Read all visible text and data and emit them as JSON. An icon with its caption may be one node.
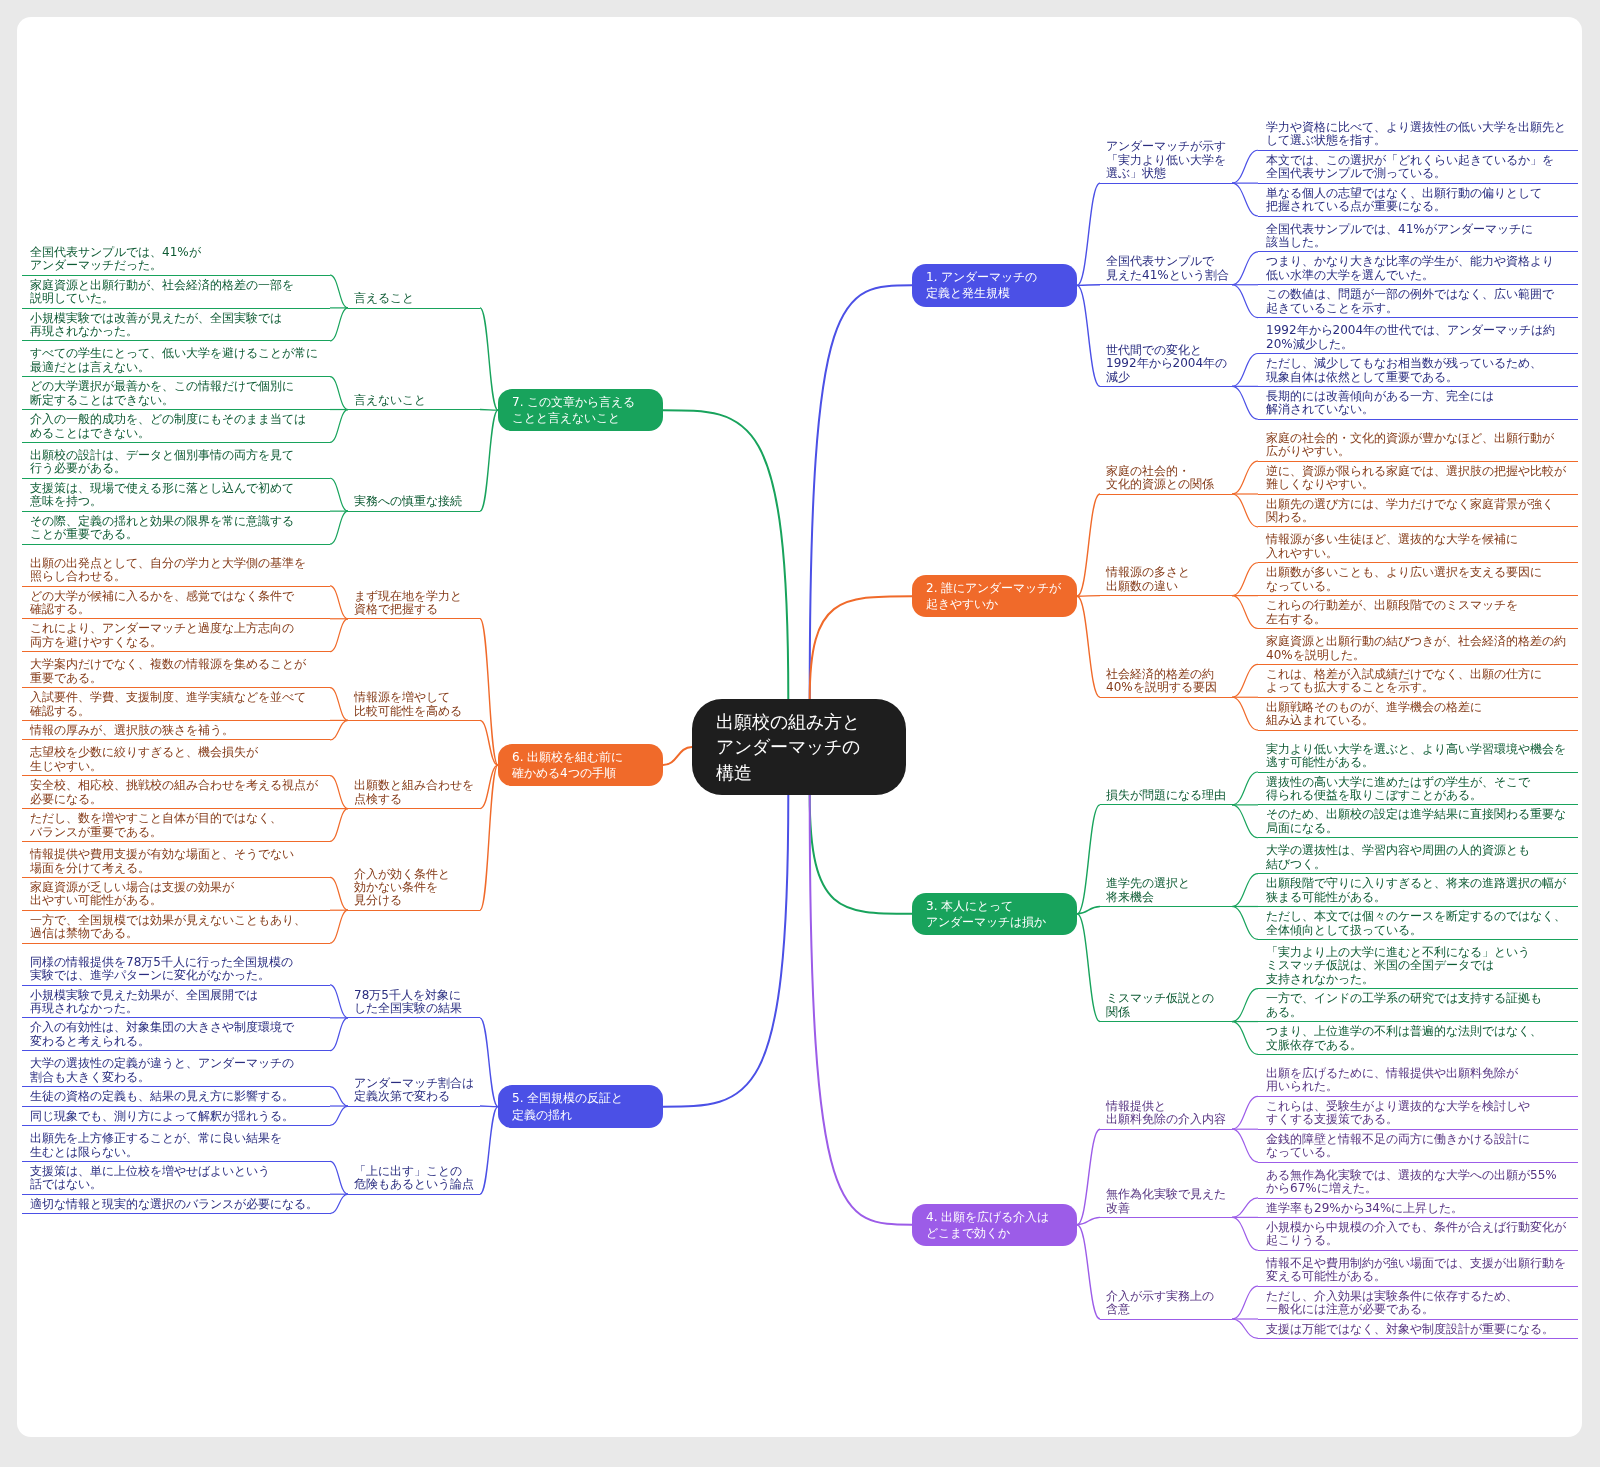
{
  "diagram": {
    "nodes": [
      {
        "text": [
          "出願校の組み方とアンダーマッチの構造"
        ]
      },
      {
        "text": [
          "1. アンダーマッチの定義と発生規模"
        ]
      },
      {
        "text": [
          "アンダーマッチが示す「実力より低い大学を選ぶ」状態"
        ]
      },
      {
        "text": [
          "学力や資格に比べて、より選抜性の低い大学を出願先として選ぶ状態を指す。"
        ]
      },
      {
        "text": [
          "本文では、この選択が「どれくらい起きているか」を全国代表サンプルで測っている。"
        ]
      },
      {
        "text": [
          "単なる個人の志望ではなく、出願行動の偏りとして把握されている点が重要になる。"
        ]
      },
      {
        "text": [
          "全国代表サンプルで見えた41%という割合"
        ]
      },
      {
        "text": [
          "全国代表サンプルでは、41%がアンダーマッチに該当した。"
        ]
      },
      {
        "text": [
          "つまり、かなり大きな比率の学生が、能力や資格より低い水準の大学を選んでいた。"
        ]
      },
      {
        "text": [
          "この数値は、問題が一部の例外ではなく、広い範囲で起きていることを示す。"
        ]
      },
      {
        "text": [
          "世代間での変化と1992年から2004年の減少"
        ]
      },
      {
        "text": [
          "1992年から2004年の世代では、アンダーマッチは約20%減少した。"
        ]
      },
      {
        "text": [
          "ただし、減少してもなお相当数が残っているため、現象自体は依然として重要である。"
        ]
      },
      {
        "text": [
          "長期的には改善傾向がある一方、完全には解消されていない。"
        ]
      },
      {
        "text": [
          "2. 誰にアンダーマッチが起きやすいか"
        ]
      },
      {
        "text": [
          "家庭の社会的・文化的資源との関係"
        ]
      },
      {
        "text": [
          "家庭の社会的・文化的資源が豊かなほど、出願行動が広がりやすい。"
        ]
      },
      {
        "text": [
          "逆に、資源が限られる家庭では、選択肢の把握や比較が難しくなりやすい。"
        ]
      },
      {
        "text": [
          "出願先の選び方には、学力だけでなく家庭背景が強く関わる。"
        ]
      },
      {
        "text": [
          "情報源の多さと出願数の違い"
        ]
      },
      {
        "text": [
          "情報源が多い生徒ほど、選抜的な大学を候補に入れやすい。"
        ]
      },
      {
        "text": [
          "出願数が多いことも、より広い選択を支える要因になっている。"
        ]
      },
      {
        "text": [
          "これらの行動差が、出願段階でのミスマッチを左右する。"
        ]
      },
      {
        "text": [
          "社会経済的格差の約40%を説明する要因"
        ]
      },
      {
        "text": [
          "家庭資源と出願行動の結びつきが、社会経済的格差の約40%を説明した。"
        ]
      },
      {
        "text": [
          "これは、格差が入試成績だけでなく、出願の仕方によっても拡大することを示す。"
        ]
      },
      {
        "text": [
          "出願戦略そのものが、進学機会の格差に組み込まれている。"
        ]
      },
      {
        "text": [
          "3. 本人にとってアンダーマッチは損か"
        ]
      },
      {
        "text": [
          "損失が問題になる理由"
        ]
      },
      {
        "text": [
          "実力より低い大学を選ぶと、より高い学習環境や機会を逃す可能性がある。"
        ]
      },
      {
        "text": [
          "選抜性の高い大学に進めたはずの学生が、そこで得られる便益を取りこぼすことがある。"
        ]
      },
      {
        "text": [
          "そのため、出願校の設定は進学結果に直接関わる重要な局面になる。"
        ]
      },
      {
        "text": [
          "進学先の選択と将来機会"
        ]
      },
      {
        "text": [
          "大学の選抜性は、学習内容や周囲の人的資源とも結びつく。"
        ]
      },
      {
        "text": [
          "出願段階で守りに入りすぎると、将来の進路選択の幅が狭まる可能性がある。"
        ]
      },
      {
        "text": [
          "ただし、本文では個々のケースを断定するのではなく、全体傾向として扱っている。"
        ]
      },
      {
        "text": [
          "ミスマッチ仮説との関係"
        ]
      },
      {
        "text": [
          "「実力より上の大学に進むと不利になる」というミスマッチ仮説は、米国の全国データでは支持されなかった。"
        ]
      },
      {
        "text": [
          "一方で、インドの工学系の研究では支持する証拠もある。"
        ]
      },
      {
        "text": [
          "つまり、上位進学の不利は普遍的な法則ではなく、文脈依存である。"
        ]
      },
      {
        "text": [
          "4. 出願を広げる介入はどこまで効くか"
        ]
      },
      {
        "text": [
          "情報提供と出願料免除の介入内容"
        ]
      },
      {
        "text": [
          "出願を広げるために、情報提供や出願料免除が用いられた。"
        ]
      },
      {
        "text": [
          "これらは、受験生がより選抜的な大学を検討しやすくする支援策である。"
        ]
      },
      {
        "text": [
          "金銭的障壁と情報不足の両方に働きかける設計になっている。"
        ]
      },
      {
        "text": [
          "無作為化実験で見えた改善"
        ]
      },
      {
        "text": [
          "ある無作為化実験では、選抜的な大学への出願が55%から67%に増えた。"
        ]
      },
      {
        "text": [
          "進学率も29%から34%に上昇した。"
        ]
      },
      {
        "text": [
          "小規模から中規模の介入でも、条件が合えば行動変化が起こりうる。"
        ]
      },
      {
        "text": [
          "介入が示す実務上の含意"
        ]
      },
      {
        "text": [
          "情報不足や費用制約が強い場面では、支援が出願行動を変える可能性がある。"
        ]
      },
      {
        "text": [
          "ただし、介入効果は実験条件に依存するため、一般化には注意が必要である。"
        ]
      },
      {
        "text": [
          "支援は万能ではなく、対象や制度設計が重要になる。"
        ]
      },
      {
        "text": [
          "5. 全国規模の反証と定義の揺れ"
        ]
      },
      {
        "text": [
          "78万5千人を対象にした全国実験の結果"
        ]
      },
      {
        "text": [
          "同様の情報提供を78万5千人に行った全国規模の実験では、進学パターンに変化がなかった。"
        ]
      },
      {
        "text": [
          "小規模実験で見えた効果が、全国展開では再現されなかった。"
        ]
      },
      {
        "text": [
          "介入の有効性は、対象集団の大きさや制度環境で変わると考えられる。"
        ]
      },
      {
        "text": [
          "アンダーマッチ割合は定義次第で変わる"
        ]
      },
      {
        "text": [
          "大学の選抜性の定義が違うと、アンダーマッチの割合も大きく変わる。"
        ]
      },
      {
        "text": [
          "生徒の資格の定義も、結果の見え方に影響する。"
        ]
      },
      {
        "text": [
          "同じ現象でも、測り方によって解釈が揺れうる。"
        ]
      },
      {
        "text": [
          "「上に出す」ことの危険もあるという論点"
        ]
      },
      {
        "text": [
          "出願先を上方修正することが、常に良い結果を生むとは限らない。"
        ]
      },
      {
        "text": [
          "支援策は、単に上位校を増やせばよいという話ではない。"
        ]
      },
      {
        "text": [
          "適切な情報と現実的な選択のバランスが必要になる。"
        ]
      },
      {
        "text": [
          "6. 出願校を組む前に確かめる4つの手順"
        ]
      },
      {
        "text": [
          "まず現在地を学力と資格で把握する"
        ]
      },
      {
        "text": [
          "出願の出発点として、自分の学力と大学側の基準を照らし合わせる。"
        ]
      },
      {
        "text": [
          "どの大学が候補に入るかを、感覚ではなく条件で確認する。"
        ]
      },
      {
        "text": [
          "これにより、アンダーマッチと過度な上方志向の両方を避けやすくなる。"
        ]
      },
      {
        "text": [
          "情報源を増やして比較可能性を高める"
        ]
      },
      {
        "text": [
          "大学案内だけでなく、複数の情報源を集めることが重要である。"
        ]
      },
      {
        "text": [
          "入試要件、学費、支援制度、進学実績などを並べて確認する。"
        ]
      },
      {
        "text": [
          "情報の厚みが、選択肢の狭さを補う。"
        ]
      },
      {
        "text": [
          "出願数と組み合わせを点検する"
        ]
      },
      {
        "text": [
          "志望校を少数に絞りすぎると、機会損失が生じやすい。"
        ]
      },
      {
        "text": [
          "安全校、相応校、挑戦校の組み合わせを考える視点が必要になる。"
        ]
      },
      {
        "text": [
          "ただし、数を増やすこと自体が目的ではなく、バランスが重要である。"
        ]
      },
      {
        "text": [
          "介入が効く条件と効かない条件を見分ける"
        ]
      },
      {
        "text": [
          "情報提供や費用支援が有効な場面と、そうでない場面を分けて考える。"
        ]
      },
      {
        "text": [
          "家庭資源が乏しい場合は支援の効果が出やすい可能性がある。"
        ]
      },
      {
        "text": [
          "一方で、全国規模では効果が見えないこともあり、過信は禁物である。"
        ]
      },
      {
        "text": [
          "7. この文章から言えることと言えないこと"
        ]
      },
      {
        "text": [
          "言えること"
        ]
      },
      {
        "text": [
          "全国代表サンプルでは、41%がアンダーマッチだった。"
        ]
      },
      {
        "text": [
          "家庭資源と出願行動が、社会経済的格差の一部を説明していた。"
        ]
      },
      {
        "text": [
          "小規模実験では改善が見えたが、全国実験では再現されなかった。"
        ]
      },
      {
        "text": [
          "言えないこと"
        ]
      },
      {
        "text": [
          "すべての学生にとって、低い大学を避けることが常に最適だとは言えない。"
        ]
      },
      {
        "text": [
          "どの大学選択が最善かを、この情報だけで個別に断定することはできない。"
        ]
      },
      {
        "text": [
          "介入の一般的成功を、どの制度にもそのまま当てはめることはできない。"
        ]
      },
      {
        "text": [
          "実務への慎重な接続"
        ]
      },
      {
        "text": [
          "出願校の設計は、データと個別事情の両方を見て行う必要がある。"
        ]
      },
      {
        "text": [
          "支援策は、現場で使える形に落とし込んで初めて意味を持つ。"
        ]
      },
      {
        "text": [
          "その際、定義の揺れと効果の限界を常に意識することが重要である。"
        ]
      }
    ],
    "edges": [
      {
        "from": 0,
        "to": 1,
        "arrow": "none",
        "color": "#4b50e6"
      },
      {
        "from": 1,
        "to": 2,
        "arrow": "none",
        "color": "#4b50e6"
      },
      {
        "from": 2,
        "to": 3,
        "arrow": "none",
        "color": "#4b50e6"
      },
      {
        "from": 2,
        "to": 4,
        "arrow": "none",
        "color": "#4b50e6"
      },
      {
        "from": 2,
        "to": 5,
        "arrow": "none",
        "color": "#4b50e6"
      },
      {
        "from": 1,
        "to": 6,
        "arrow": "none",
        "color": "#4b50e6"
      },
      {
        "from": 6,
        "to": 7,
        "arrow": "none",
        "color": "#4b50e6"
      },
      {
        "from": 6,
        "to": 8,
        "arrow": "none",
        "color": "#4b50e6"
      },
      {
        "from": 6,
        "to": 9,
        "arrow": "none",
        "color": "#4b50e6"
      },
      {
        "from": 1,
        "to": 10,
        "arrow": "none",
        "color": "#4b50e6"
      },
      {
        "from": 10,
        "to": 11,
        "arrow": "none",
        "color": "#4b50e6"
      },
      {
        "from": 10,
        "to": 12,
        "arrow": "none",
        "color": "#4b50e6"
      },
      {
        "from": 10,
        "to": 13,
        "arrow": "none",
        "color": "#4b50e6"
      },
      {
        "from": 0,
        "to": 14,
        "arrow": "none",
        "color": "#f06a2a"
      },
      {
        "from": 14,
        "to": 15,
        "arrow": "none",
        "color": "#f06a2a"
      },
      {
        "from": 15,
        "to": 16,
        "arrow": "none",
        "color": "#f06a2a"
      },
      {
        "from": 15,
        "to": 17,
        "arrow": "none",
        "color": "#f06a2a"
      },
      {
        "from": 15,
        "to": 18,
        "arrow": "none",
        "color": "#f06a2a"
      },
      {
        "from": 14,
        "to": 19,
        "arrow": "none",
        "color": "#f06a2a"
      },
      {
        "from": 19,
        "to": 20,
        "arrow": "none",
        "color": "#f06a2a"
      },
      {
        "from": 19,
        "to": 21,
        "arrow": "none",
        "color": "#f06a2a"
      },
      {
        "from": 19,
        "to": 22,
        "arrow": "none",
        "color": "#f06a2a"
      },
      {
        "from": 14,
        "to": 23,
        "arrow": "none",
        "color": "#f06a2a"
      },
      {
        "from": 23,
        "to": 24,
        "arrow": "none",
        "color": "#f06a2a"
      },
      {
        "from": 23,
        "to": 25,
        "arrow": "none",
        "color": "#f06a2a"
      },
      {
        "from": 23,
        "to": 26,
        "arrow": "none",
        "color": "#f06a2a"
      },
      {
        "from": 0,
        "to": 27,
        "arrow": "none",
        "color": "#18a35c"
      },
      {
        "from": 27,
        "to": 28,
        "arrow": "none",
        "color": "#18a35c"
      },
      {
        "from": 28,
        "to": 29,
        "arrow": "none",
        "color": "#18a35c"
      },
      {
        "from": 28,
        "to": 30,
        "arrow": "none",
        "color": "#18a35c"
      },
      {
        "from": 28,
        "to": 31,
        "arrow": "none",
        "color": "#18a35c"
      },
      {
        "from": 27,
        "to": 32,
        "arrow": "none",
        "color": "#18a35c"
      },
      {
        "from": 32,
        "to": 33,
        "arrow": "none",
        "color": "#18a35c"
      },
      {
        "from": 32,
        "to": 34,
        "arrow": "none",
        "color": "#18a35c"
      },
      {
        "from": 32,
        "to": 35,
        "arrow": "none",
        "color": "#18a35c"
      },
      {
        "from": 27,
        "to": 36,
        "arrow": "none",
        "color": "#18a35c"
      },
      {
        "from": 36,
        "to": 37,
        "arrow": "none",
        "color": "#18a35c"
      },
      {
        "from": 36,
        "to": 38,
        "arrow": "none",
        "color": "#18a35c"
      },
      {
        "from": 36,
        "to": 39,
        "arrow": "none",
        "color": "#18a35c"
      },
      {
        "from": 0,
        "to": 40,
        "arrow": "none",
        "color": "#9c5ce8"
      },
      {
        "from": 40,
        "to": 41,
        "arrow": "none",
        "color": "#9c5ce8"
      },
      {
        "from": 41,
        "to": 42,
        "arrow": "none",
        "color": "#9c5ce8"
      },
      {
        "from": 41,
        "to": 43,
        "arrow": "none",
        "color": "#9c5ce8"
      },
      {
        "from": 41,
        "to": 44,
        "arrow": "none",
        "color": "#9c5ce8"
      },
      {
        "from": 40,
        "to": 45,
        "arrow": "none",
        "color": "#9c5ce8"
      },
      {
        "from": 45,
        "to": 46,
        "arrow": "none",
        "color": "#9c5ce8"
      },
      {
        "from": 45,
        "to": 47,
        "arrow": "none",
        "color": "#9c5ce8"
      },
      {
        "from": 45,
        "to": 48,
        "arrow": "none",
        "color": "#9c5ce8"
      },
      {
        "from": 40,
        "to": 49,
        "arrow": "none",
        "color": "#9c5ce8"
      },
      {
        "from": 49,
        "to": 50,
        "arrow": "none",
        "color": "#9c5ce8"
      },
      {
        "from": 49,
        "to": 51,
        "arrow": "none",
        "color": "#9c5ce8"
      },
      {
        "from": 49,
        "to": 52,
        "arrow": "none",
        "color": "#9c5ce8"
      },
      {
        "from": 0,
        "to": 53,
        "arrow": "none",
        "color": "#4b50e6"
      },
      {
        "from": 53,
        "to": 54,
        "arrow": "none",
        "color": "#4b50e6"
      },
      {
        "from": 54,
        "to": 55,
        "arrow": "none",
        "color": "#4b50e6"
      },
      {
        "from": 54,
        "to": 56,
        "arrow": "none",
        "color": "#4b50e6"
      },
      {
        "from": 54,
        "to": 57,
        "arrow": "none",
        "color": "#4b50e6"
      },
      {
        "from": 53,
        "to": 58,
        "arrow": "none",
        "color": "#4b50e6"
      },
      {
        "from": 58,
        "to": 59,
        "arrow": "none",
        "color": "#4b50e6"
      },
      {
        "from": 58,
        "to": 60,
        "arrow": "none",
        "color": "#4b50e6"
      },
      {
        "from": 58,
        "to": 61,
        "arrow": "none",
        "color": "#4b50e6"
      },
      {
        "from": 53,
        "to": 62,
        "arrow": "none",
        "color": "#4b50e6"
      },
      {
        "from": 62,
        "to": 63,
        "arrow": "none",
        "color": "#4b50e6"
      },
      {
        "from": 62,
        "to": 64,
        "arrow": "none",
        "color": "#4b50e6"
      },
      {
        "from": 62,
        "to": 65,
        "arrow": "none",
        "color": "#4b50e6"
      },
      {
        "from": 0,
        "to": 66,
        "arrow": "none",
        "color": "#f06a2a"
      },
      {
        "from": 66,
        "to": 67,
        "arrow": "none",
        "color": "#f06a2a"
      },
      {
        "from": 67,
        "to": 68,
        "arrow": "none",
        "color": "#f06a2a"
      },
      {
        "from": 67,
        "to": 69,
        "arrow": "none",
        "color": "#f06a2a"
      },
      {
        "from": 67,
        "to": 70,
        "arrow": "none",
        "color": "#f06a2a"
      },
      {
        "from": 66,
        "to": 71,
        "arrow": "none",
        "color": "#f06a2a"
      },
      {
        "from": 71,
        "to": 72,
        "arrow": "none",
        "color": "#f06a2a"
      },
      {
        "from": 71,
        "to": 73,
        "arrow": "none",
        "color": "#f06a2a"
      },
      {
        "from": 71,
        "to": 74,
        "arrow": "none",
        "color": "#f06a2a"
      },
      {
        "from": 66,
        "to": 75,
        "arrow": "none",
        "color": "#f06a2a"
      },
      {
        "from": 75,
        "to": 76,
        "arrow": "none",
        "color": "#f06a2a"
      },
      {
        "from": 75,
        "to": 77,
        "arrow": "none",
        "color": "#f06a2a"
      },
      {
        "from": 75,
        "to": 78,
        "arrow": "none",
        "color": "#f06a2a"
      },
      {
        "from": 66,
        "to": 79,
        "arrow": "none",
        "color": "#f06a2a"
      },
      {
        "from": 79,
        "to": 80,
        "arrow": "none",
        "color": "#f06a2a"
      },
      {
        "from": 79,
        "to": 81,
        "arrow": "none",
        "color": "#f06a2a"
      },
      {
        "from": 79,
        "to": 82,
        "arrow": "none",
        "color": "#f06a2a"
      },
      {
        "from": 0,
        "to": 83,
        "arrow": "none",
        "color": "#18a35c"
      },
      {
        "from": 83,
        "to": 84,
        "arrow": "none",
        "color": "#18a35c"
      },
      {
        "from": 84,
        "to": 85,
        "arrow": "none",
        "color": "#18a35c"
      },
      {
        "from": 84,
        "to": 86,
        "arrow": "none",
        "color": "#18a35c"
      },
      {
        "from": 84,
        "to": 87,
        "arrow": "none",
        "color": "#18a35c"
      },
      {
        "from": 83,
        "to": 88,
        "arrow": "none",
        "color": "#18a35c"
      },
      {
        "from": 88,
        "to": 89,
        "arrow": "none",
        "color": "#18a35c"
      },
      {
        "from": 88,
        "to": 90,
        "arrow": "none",
        "color": "#18a35c"
      },
      {
        "from": 88,
        "to": 91,
        "arrow": "none",
        "color": "#18a35c"
      },
      {
        "from": 83,
        "to": 92,
        "arrow": "none",
        "color": "#18a35c"
      },
      {
        "from": 92,
        "to": 93,
        "arrow": "none",
        "color": "#18a35c"
      },
      {
        "from": 92,
        "to": 94,
        "arrow": "none",
        "color": "#18a35c"
      },
      {
        "from": 92,
        "to": 95,
        "arrow": "none",
        "color": "#18a35c"
      }
    ]
  }
}
